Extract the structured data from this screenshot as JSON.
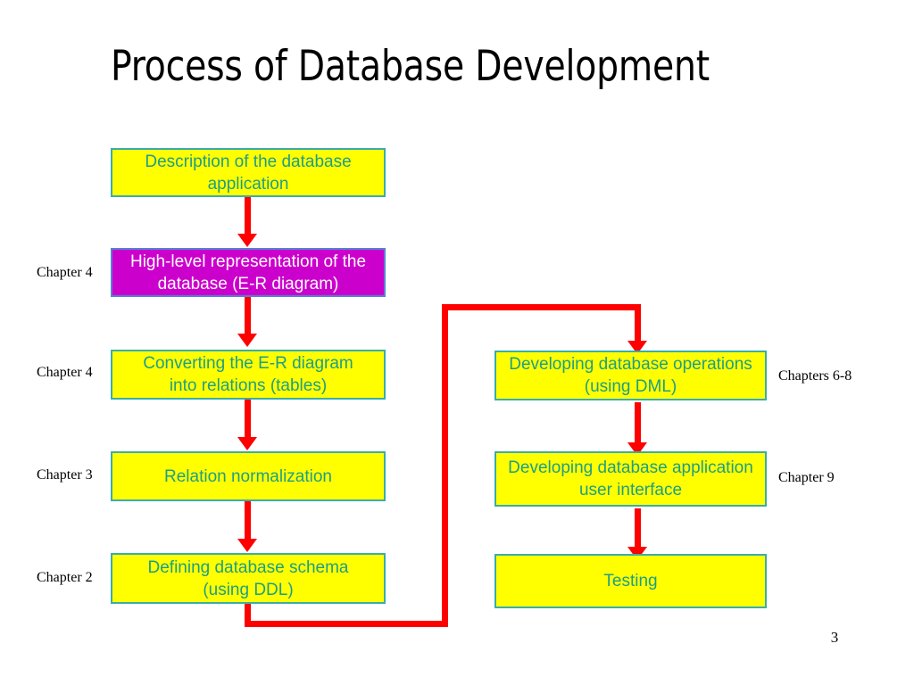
{
  "slide": {
    "title": "Process of Database Development",
    "page_number": "3",
    "background_color": "#ffffff"
  },
  "palette": {
    "box_fill_yellow": "#ffff00",
    "box_border_teal": "#3aada8",
    "box_text_teal": "#1f9e86",
    "box_fill_magenta": "#cc00cc",
    "box_border_blue": "#5a7fd4",
    "box_text_white": "#ffffff",
    "connector_red": "#fe0000",
    "annotation_black": "#000000"
  },
  "left_column": {
    "nodes": [
      {
        "id": "description",
        "label": "Description of the database\napplication",
        "style": "yellow",
        "chapter": null
      },
      {
        "id": "high-level-representation",
        "label": "High-level representation of the\ndatabase (E-R diagram)",
        "style": "magenta",
        "chapter": "Chapter 4"
      },
      {
        "id": "converting-er-diagram",
        "label": "Converting the E-R diagram\ninto relations (tables)",
        "style": "yellow",
        "chapter": "Chapter 4"
      },
      {
        "id": "relation-normalization",
        "label": "Relation normalization",
        "style": "yellow",
        "chapter": "Chapter 3"
      },
      {
        "id": "defining-database-schema",
        "label": "Defining database schema\n(using DDL)",
        "style": "yellow",
        "chapter": "Chapter 2"
      }
    ]
  },
  "right_column": {
    "nodes": [
      {
        "id": "developing-database-operations",
        "label": "Developing database operations\n(using DML)",
        "style": "yellow",
        "chapter": "Chapters 6-8"
      },
      {
        "id": "developing-user-interface",
        "label": "Developing database application\nuser interface",
        "style": "yellow",
        "chapter": "Chapter 9"
      },
      {
        "id": "testing",
        "label": "Testing",
        "style": "yellow",
        "chapter": null
      }
    ]
  },
  "flow": {
    "type": "flowchart",
    "direction": "top-to-bottom, left column then bridge to right column",
    "edges": [
      {
        "from": "description",
        "to": "high-level-representation",
        "kind": "straight-arrow"
      },
      {
        "from": "high-level-representation",
        "to": "converting-er-diagram",
        "kind": "straight-arrow"
      },
      {
        "from": "converting-er-diagram",
        "to": "relation-normalization",
        "kind": "straight-arrow"
      },
      {
        "from": "relation-normalization",
        "to": "defining-database-schema",
        "kind": "straight-arrow"
      },
      {
        "from": "defining-database-schema",
        "to": "developing-database-operations",
        "kind": "elbow-bridge"
      },
      {
        "from": "developing-database-operations",
        "to": "developing-user-interface",
        "kind": "straight-arrow"
      },
      {
        "from": "developing-user-interface",
        "to": "testing",
        "kind": "straight-arrow"
      }
    ]
  }
}
